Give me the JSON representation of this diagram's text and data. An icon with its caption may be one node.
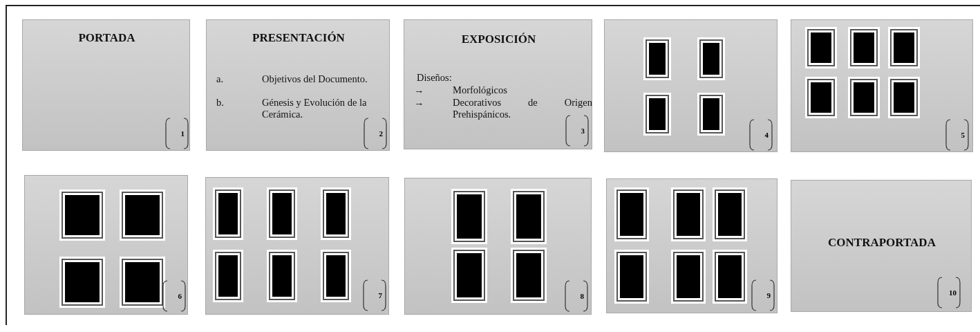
{
  "diagram": {
    "nodes": [
      {
        "text": [
          "PORTADA",
          "1"
        ]
      },
      {
        "text": [
          "PRESENTACIÓN",
          "a.",
          "Objetivos del Documento.",
          "b.",
          "Génesis y Evolución de la Cerámica.",
          "2"
        ]
      },
      {
        "text": [
          "EXPOSICIÓN",
          "Diseños:",
          "→",
          "Morfológicos",
          "→",
          "Decorativos de Origen Prehispánicos.",
          "3"
        ]
      },
      {
        "text": [
          "4"
        ]
      },
      {
        "text": [
          "5"
        ]
      },
      {
        "text": [
          "6"
        ]
      },
      {
        "text": [
          "7"
        ]
      },
      {
        "text": [
          "8"
        ]
      },
      {
        "text": [
          "9"
        ]
      },
      {
        "text": [
          "CONTRAPORTADA",
          "10"
        ]
      }
    ]
  }
}
